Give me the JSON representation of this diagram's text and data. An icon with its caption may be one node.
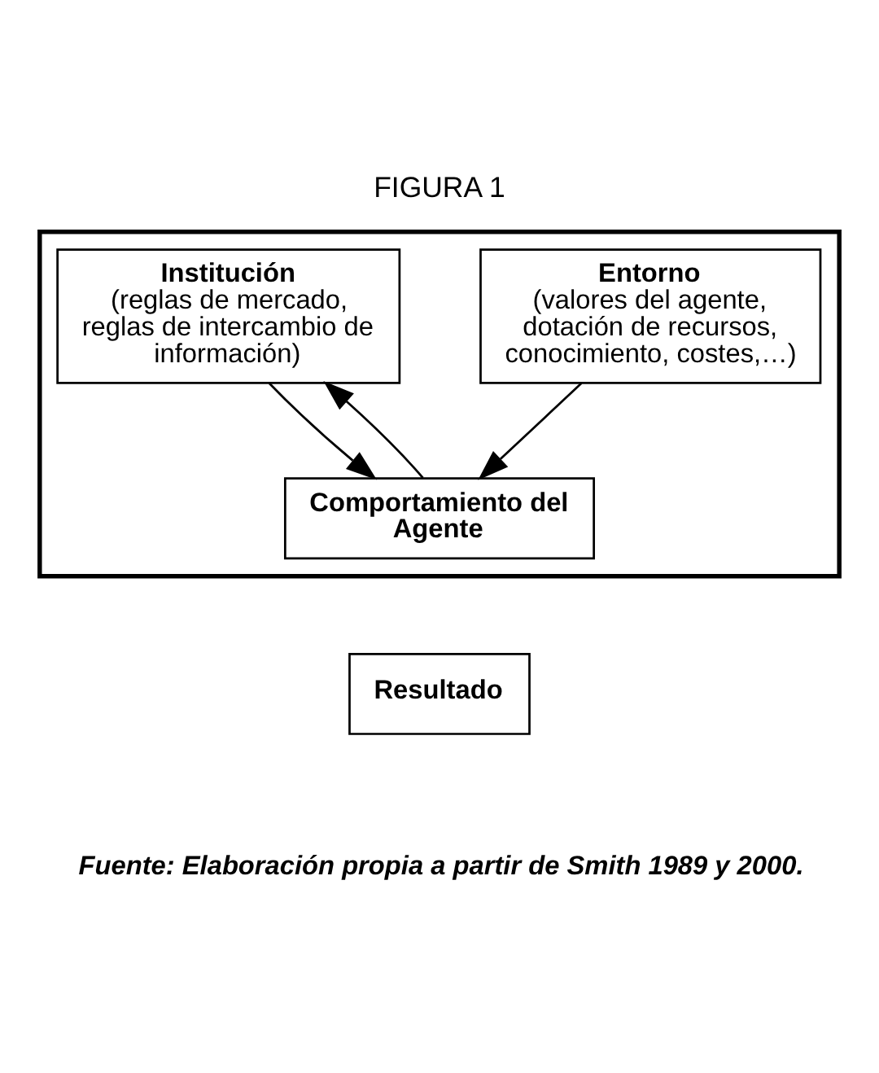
{
  "diagram": {
    "title": "FIGURA 1",
    "caption": "Fuente: Elaboración propia a partir de Smith 1989 y 2000.",
    "nodes": [
      {
        "text": [],
        "shape": "triangle"
      },
      {
        "text": [
          "Entorno",
          "(valores del agente, dotación de recursos, conocimiento, costes,…)"
        ],
        "in": 0
      },
      {
        "text": [
          "Institución",
          "(reglas de mercado, reglas de intercambio de información)"
        ],
        "in": 0
      },
      {
        "text": [
          "Comportamiento del Agente"
        ],
        "in": 0
      },
      {
        "text": [
          "Resultado"
        ]
      }
    ],
    "edges": [
      {
        "from": 1,
        "to": 3,
        "arrow": "to"
      },
      {
        "from": 2,
        "to": 3,
        "arrow": "to"
      },
      {
        "from": 3,
        "to": 2,
        "arrow": "to"
      }
    ]
  }
}
